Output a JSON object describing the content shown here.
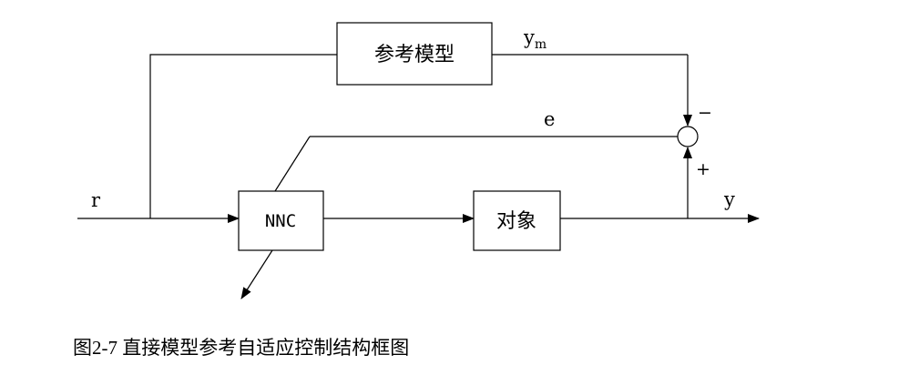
{
  "diagram": {
    "boxes": {
      "reference_model": "参考模型",
      "nnc": "NNC",
      "plant": "对象"
    },
    "signals": {
      "input": "r",
      "reference_output": "y",
      "reference_output_sub": "m",
      "error": "e",
      "output": "y",
      "minus": "−",
      "plus": "+"
    },
    "caption": "图2-7  直接模型参考自适应控制结构框图"
  }
}
